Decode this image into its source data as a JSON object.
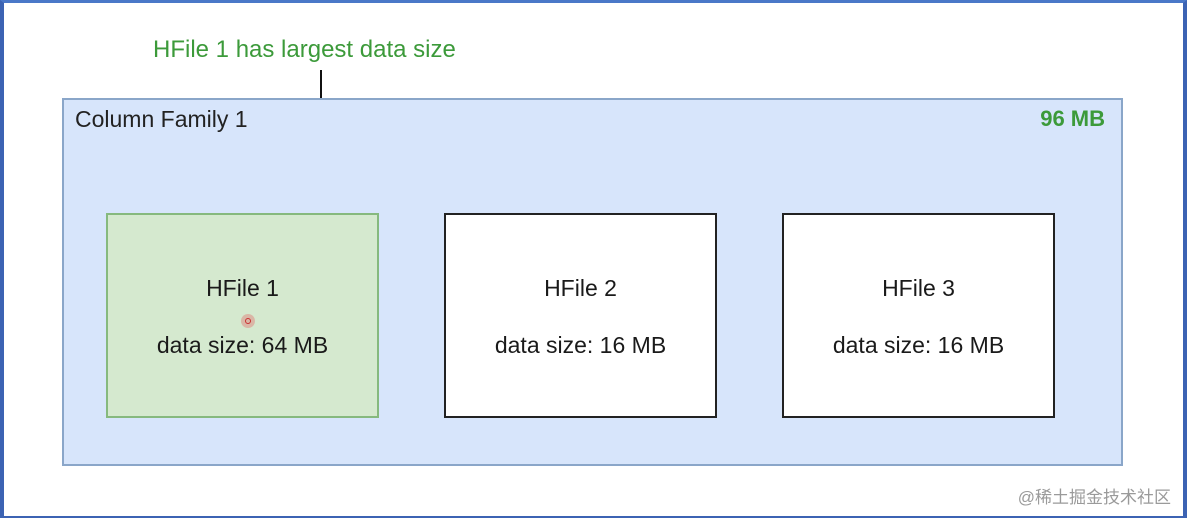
{
  "annotation": {
    "text": "HFile 1 has largest data size"
  },
  "column_family": {
    "label": "Column Family 1",
    "total_size": "96 MB"
  },
  "hfiles": [
    {
      "name": "HFile 1",
      "size_text": "data size: 64 MB",
      "highlighted": true
    },
    {
      "name": "HFile 2",
      "size_text": "data size: 16 MB",
      "highlighted": false
    },
    {
      "name": "HFile 3",
      "size_text": "data size: 16 MB",
      "highlighted": false
    }
  ],
  "watermark": {
    "text": "@稀土掘金技术社区"
  },
  "colors": {
    "accent_green": "#3c9a3a",
    "family_fill": "#d7e5fb",
    "highlight_fill": "#d5e9cf"
  }
}
